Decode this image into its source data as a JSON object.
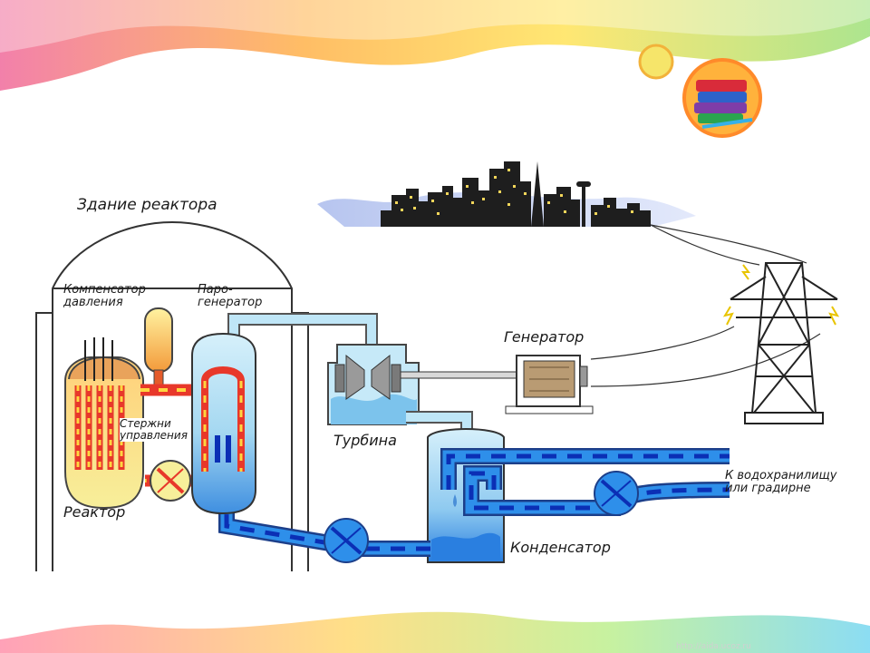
{
  "labels": {
    "building": "Здание реактора",
    "pressurizer": "Компенсатор\nдавления",
    "steam_generator": "Паро-\nгенератор",
    "control_rods": "Стержни\nуправления",
    "reactor": "Реактор",
    "turbine": "Турбина",
    "generator": "Генератор",
    "condenser": "Конденсатор",
    "cooling_outlet": "К водохранилищу\nили градирне"
  },
  "watermark": "http://aida.ucoz.ru",
  "colors": {
    "hot_loop": "#e8382a",
    "hot_dash": "#ffd640",
    "cold_loop": "#1e7dde",
    "cold_dash": "#0b2fb5",
    "steam": "#a9dcf2",
    "water": "#5aa8e8",
    "building": "#ffffff"
  },
  "icons": [
    "books-icon",
    "pump-icon",
    "transmission-tower-icon",
    "city-skyline-icon"
  ]
}
